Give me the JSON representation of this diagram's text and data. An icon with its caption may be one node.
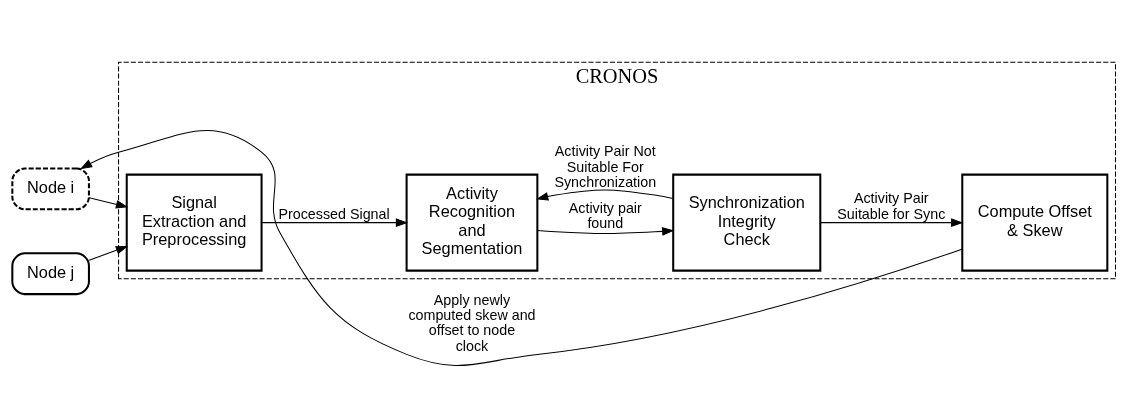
{
  "diagram": {
    "nodes": [
      {
        "text": [
          "CRONOS"
        ]
      },
      {
        "text": [
          "Node j"
        ]
      },
      {
        "text": [
          "Node i"
        ]
      },
      {
        "text": [
          "Signal Extraction and Preprocessing"
        ],
        "in": 0
      },
      {
        "text": [
          "Activity Recognition and Segmentation"
        ],
        "in": 0
      },
      {
        "text": [
          "Synchronization Integrity Check"
        ],
        "in": 0
      },
      {
        "text": [
          "Compute Offset & Skew"
        ],
        "in": 0
      }
    ],
    "edges": [
      {
        "from": 1,
        "to": 3,
        "arrow": "to"
      },
      {
        "from": 2,
        "to": 3,
        "arrow": "to"
      },
      {
        "from": 3,
        "to": 4,
        "arrow": "to",
        "label": "Processed Signal"
      },
      {
        "from": 4,
        "to": 5,
        "arrow": "to",
        "label": "Activity pair found"
      },
      {
        "from": 5,
        "to": 4,
        "arrow": "to",
        "label": "Activity Pair Not Suitable For Synchronization"
      },
      {
        "from": 5,
        "to": 6,
        "arrow": "to",
        "label": "Activity Pair Suitable for Sync"
      },
      {
        "from": 6,
        "to": 2,
        "arrow": "to",
        "label": "Apply newly computed skew and offset to node clock"
      }
    ]
  }
}
